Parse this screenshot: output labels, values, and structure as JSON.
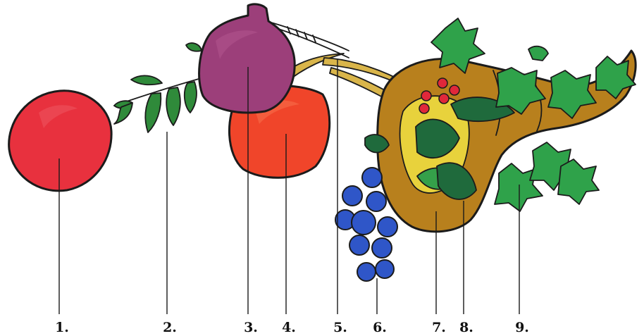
{
  "labels": [
    {
      "text": "1.",
      "name": "fruit-1-red-fruit"
    },
    {
      "text": "2.",
      "name": "fruit-2-leafy-branch"
    },
    {
      "text": "3.",
      "name": "fruit-3-purple-pomegranate"
    },
    {
      "text": "4.",
      "name": "fruit-4-orange-fruit"
    },
    {
      "text": "5.",
      "name": "fruit-5-wheat-stalks"
    },
    {
      "text": "6.",
      "name": "fruit-6-grape-cluster"
    },
    {
      "text": "7.",
      "name": "fruit-7-cornucopia-horn"
    },
    {
      "text": "8.",
      "name": "fruit-8-dark-leaves"
    },
    {
      "text": "9.",
      "name": "fruit-9-ivy-leaves"
    }
  ],
  "colors": {
    "red_fruit": "#e8313e",
    "branch_leaf": "#2f8a3a",
    "pomegranate": "#9c3f7a",
    "orange_fruit": "#f0452a",
    "wheat": "#d9b54a",
    "grapes": "#2f56c8",
    "horn": "#b8801d",
    "horn_inner": "#e8d23c",
    "dark_leaf": "#1f6a3c",
    "ivy": "#2fa24a",
    "berry": "#e0283a"
  }
}
